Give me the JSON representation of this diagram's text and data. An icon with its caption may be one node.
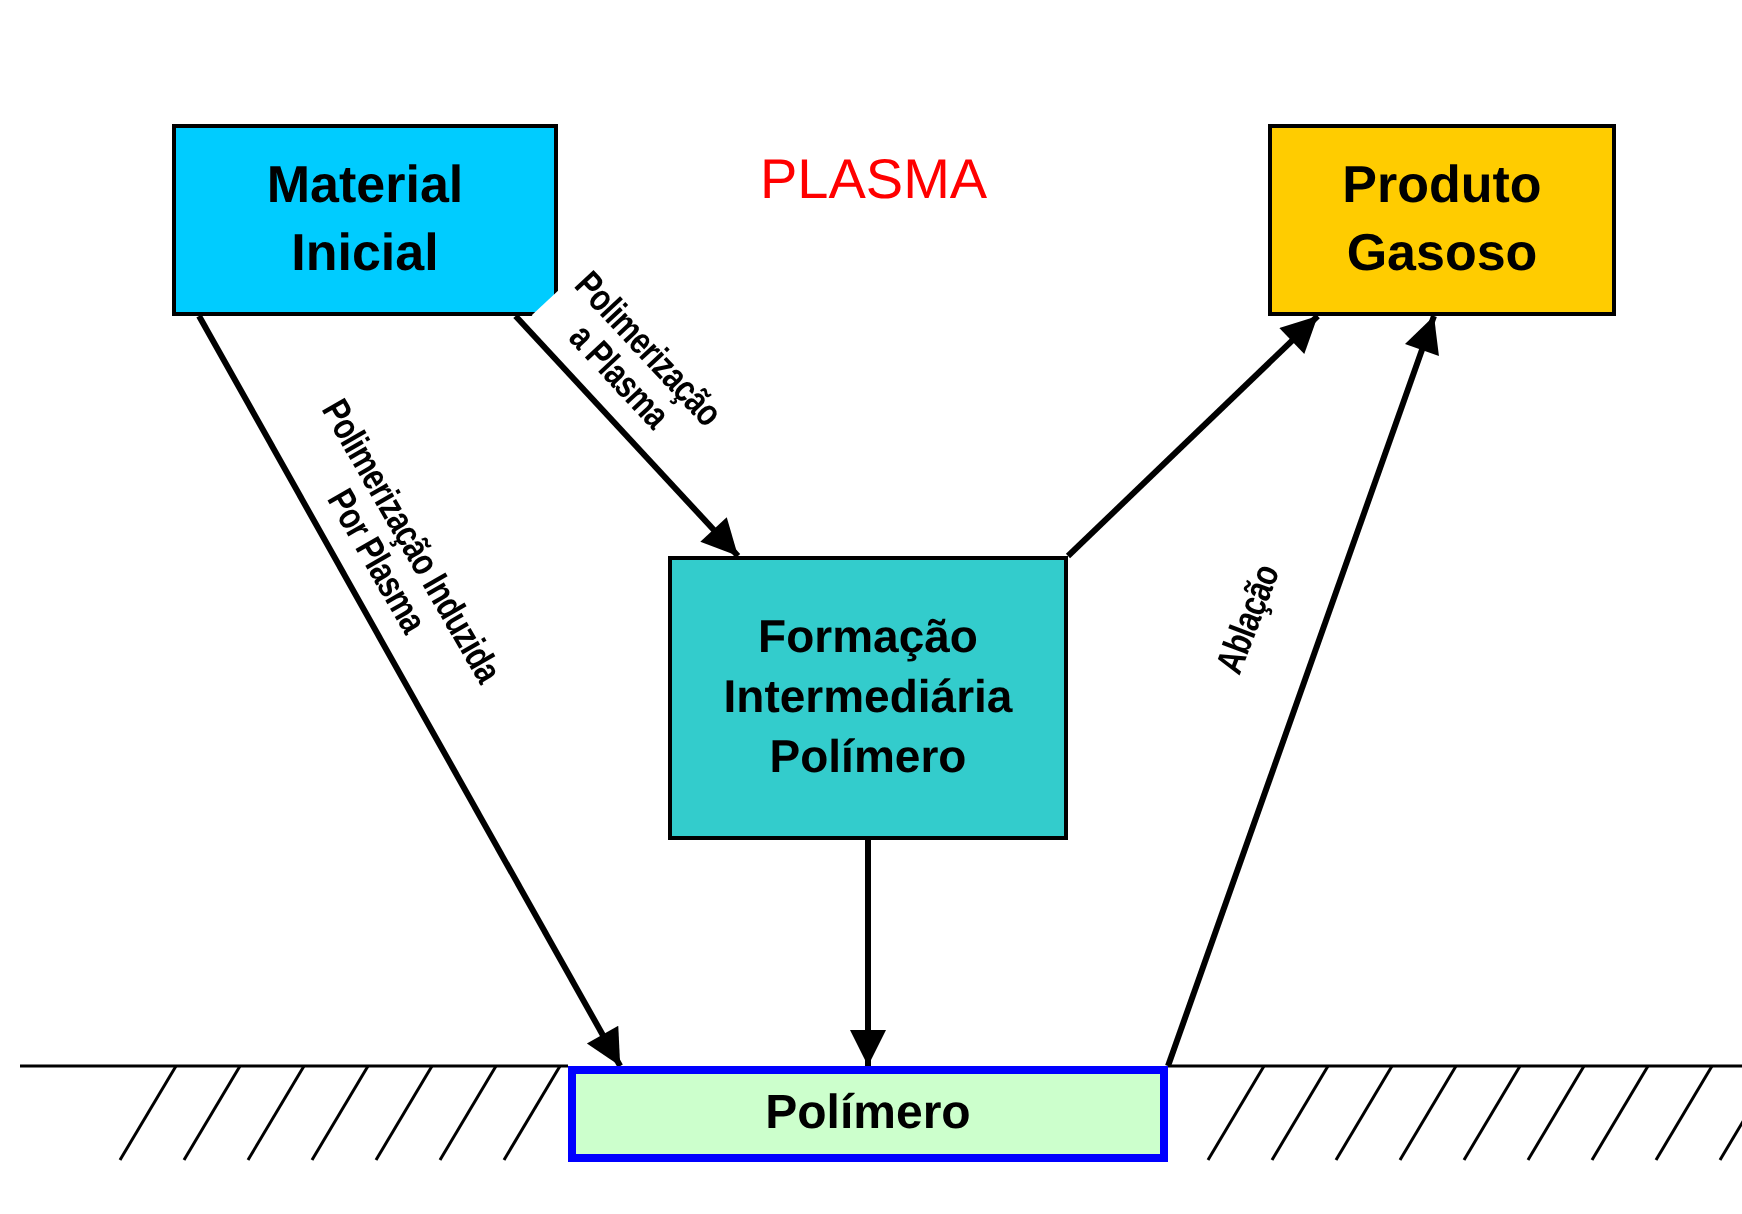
{
  "diagram": {
    "nodes": [
      {
        "text": [
          "Material Inicial"
        ]
      },
      {
        "text": [
          "Produto Gasoso"
        ]
      },
      {
        "text": [
          "Formação Intermediária Polímero"
        ]
      },
      {
        "text": [
          "Polímero"
        ]
      }
    ],
    "edges": [
      {
        "from": 0,
        "to": 2,
        "arrow": "to",
        "label": "Polimerização a Plasma"
      },
      {
        "from": 0,
        "to": 3,
        "arrow": "to",
        "label": "Polimerização Induzida Por Plasma"
      },
      {
        "from": 2,
        "to": 1,
        "arrow": "to"
      },
      {
        "from": 2,
        "to": 3,
        "arrow": "to"
      },
      {
        "from": 3,
        "to": 1,
        "arrow": "to",
        "label": "Ablação"
      }
    ],
    "labels": [
      "PLASMA"
    ]
  }
}
